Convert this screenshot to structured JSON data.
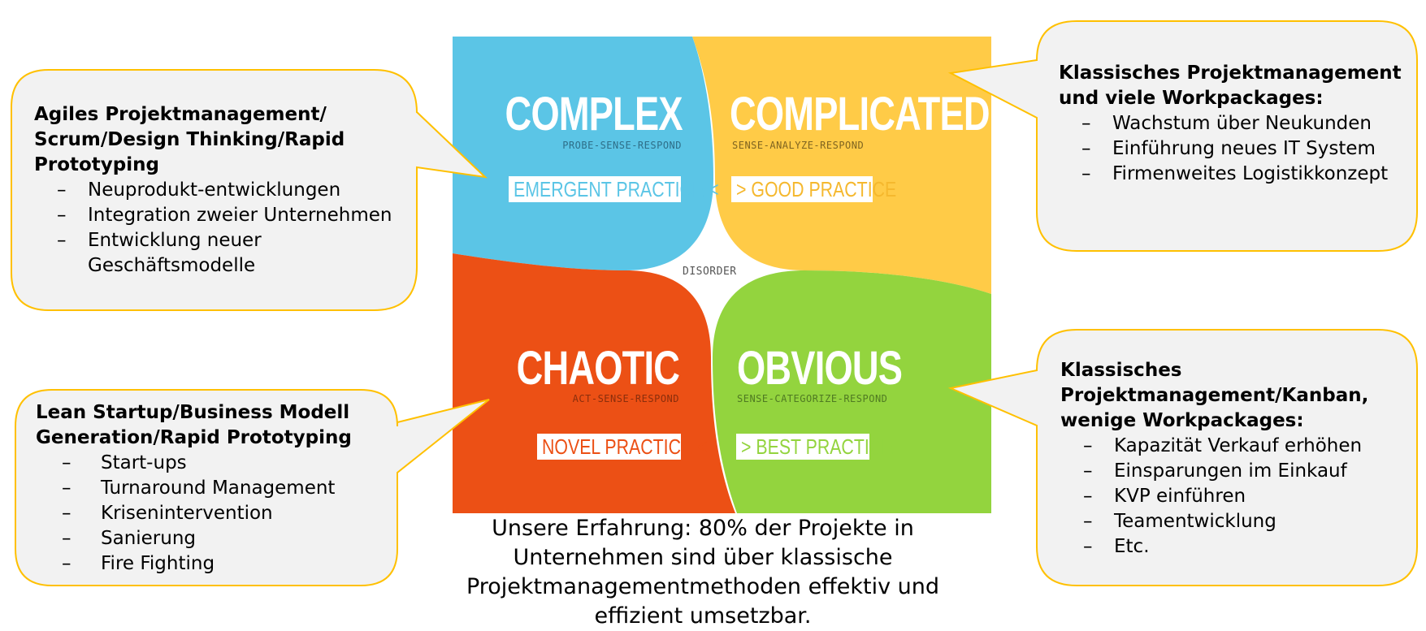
{
  "colors": {
    "complex": "#5BC5E6",
    "complicated": "#FFCB47",
    "chaotic": "#EC5015",
    "obvious": "#93D43E",
    "callout_fill": "#F2F2F2",
    "callout_border": "#FFC000"
  },
  "quadrants": {
    "complex": {
      "title": "COMPLEX",
      "subtitle": "PROBE-SENSE-RESPOND",
      "practice": "EMERGENT PRACTICE <"
    },
    "complicated": {
      "title": "COMPLICATED",
      "subtitle": "SENSE-ANALYZE-RESPOND",
      "practice": "> GOOD PRACTICE"
    },
    "chaotic": {
      "title": "CHAOTIC",
      "subtitle": "ACT-SENSE-RESPOND",
      "practice": "NOVEL PRACTICE <"
    },
    "obvious": {
      "title": "OBVIOUS",
      "subtitle": "SENSE-CATEGORIZE-RESPOND",
      "practice": "> BEST PRACTICE"
    },
    "disorder": "DISORDER"
  },
  "callouts": {
    "complex": {
      "title": "Agiles Projektmanagement/ Scrum/Design Thinking/Rapid Prototyping",
      "items": [
        "Neuprodukt-entwicklungen",
        "Integration zweier Unternehmen",
        "Entwicklung neuer Geschäftsmodelle"
      ]
    },
    "chaotic": {
      "title": "Lean Startup/Business Modell Generation/Rapid Prototyping",
      "items": [
        "Start-ups",
        "Turnaround Management",
        "Krisenintervention",
        "Sanierung",
        "Fire Fighting"
      ]
    },
    "complicated": {
      "title": "Klassisches Projektmanagement und viele Workpackages:",
      "items": [
        "Wachstum über Neukunden",
        "Einführung neues IT System",
        "Firmenweites Logistikkonzept"
      ]
    },
    "obvious": {
      "title": "Klassisches Projektmanagement/Kanban, wenige Workpackages:",
      "items": [
        "Kapazität Verkauf erhöhen",
        "Einsparungen im Einkauf",
        "KVP einführen",
        "Teamentwicklung",
        "Etc."
      ]
    }
  },
  "caption": "Unsere Erfahrung: 80% der Projekte in Unternehmen sind über klassische Projektmanagementmethoden effektiv und effizient umsetzbar."
}
